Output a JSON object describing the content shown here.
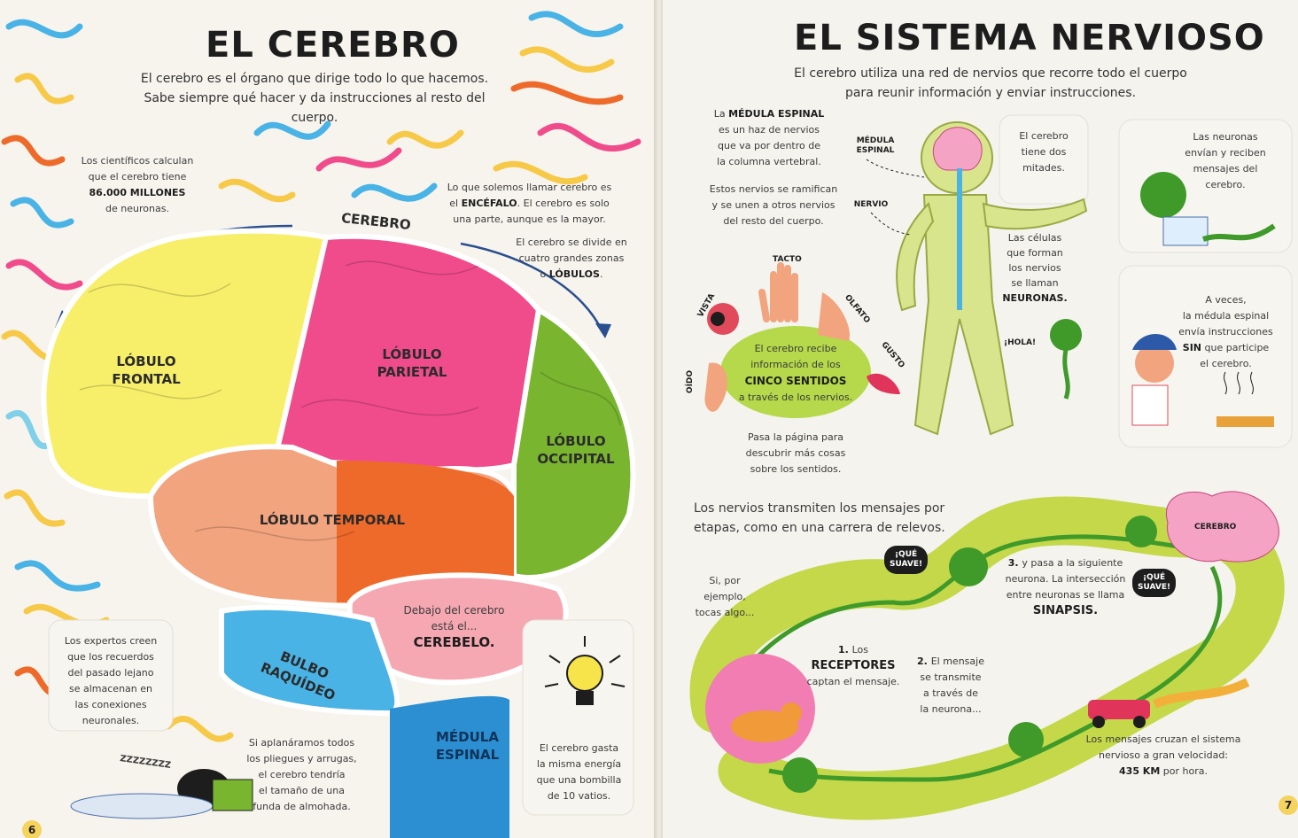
{
  "left_page": {
    "title": "EL CEREBRO",
    "intro_line1": "El cerebro es el órgano que dirige todo lo que hacemos.",
    "intro_line2": "Sabe siempre qué hacer y da instrucciones al resto del cuerpo.",
    "scientists": {
      "line1": "Los científicos calculan",
      "line2": "que el cerebro tiene",
      "bold": "86.000 MILLONES",
      "line3": "de neuronas."
    },
    "encephalon": {
      "line1": "Lo que solemos llamar cerebro es",
      "pre": "el ",
      "bold": "ENCÉFALO",
      "post": ". El cerebro es solo",
      "line3": "una parte, aunque es la mayor."
    },
    "lobes_note": {
      "line1": "El cerebro se divide en",
      "line2": "cuatro grandes zonas",
      "pre": "o ",
      "bold": "LÓBULOS",
      "post": "."
    },
    "arc_label": "CEREBRO",
    "lobe_frontal": {
      "line1": "LÓBULO",
      "line2": "FRONTAL"
    },
    "lobe_parietal": {
      "line1": "LÓBULO",
      "line2": "PARIETAL"
    },
    "lobe_occipital": {
      "line1": "LÓBULO",
      "line2": "OCCIPITAL"
    },
    "lobe_temporal": "LÓBULO TEMPORAL",
    "cerebellum": {
      "line1": "Debajo del cerebro",
      "line2": "está el...",
      "bold": "CEREBELO."
    },
    "medulla_label": "BULBO RAQUÍDEO",
    "spinal_label": {
      "line1": "MÉDULA",
      "line2": "ESPINAL"
    },
    "memories": {
      "line1": "Los expertos creen",
      "line2": "que los recuerdos",
      "line3": "del pasado lejano",
      "line4": "se almacenan en",
      "line5": "las conexiones",
      "line6": "neuronales."
    },
    "folds": {
      "line1": "Si aplanáramos todos",
      "line2": "los pliegues y arrugas,",
      "line3": "el cerebro tendría",
      "line4": "el tamaño de una",
      "line5": "funda de almohada."
    },
    "bulb": {
      "line1": "El cerebro gasta",
      "line2": "la misma energía",
      "line3": "que una bombilla",
      "line4": "de 10 vatios."
    },
    "snore": "ZZZZZZZZ",
    "page_number": "6"
  },
  "right_page": {
    "title": "EL SISTEMA NERVIOSO",
    "intro_line1": "El cerebro utiliza una red de nervios que recorre todo el cuerpo",
    "intro_line2": "para reunir información y enviar instrucciones.",
    "spinal": {
      "pre": "La ",
      "bold": "MÉDULA ESPINAL",
      "line2": "es un haz de nervios",
      "line3": "que va por dentro de",
      "line4": "la columna vertebral."
    },
    "nerves": {
      "line1": "Estos nervios se ramifican",
      "line2": "y se unen a otros nervios",
      "line3": "del resto del cuerpo."
    },
    "label_spinal": {
      "line1": "MÉDULA",
      "line2": "ESPINAL"
    },
    "label_nerve": "NERVIO",
    "halves": {
      "line1": "El cerebro",
      "line2": "tiene dos",
      "line3": "mitades."
    },
    "cells": {
      "line1": "Las células",
      "line2": "que forman",
      "line3": "los nervios",
      "line4": "se llaman",
      "bold": "NEURONAS."
    },
    "hola": "¡HOLA!",
    "senses": {
      "line1": "El cerebro recibe",
      "line2": "información de los",
      "bold": "CINCO SENTIDOS",
      "line3": "a través de los nervios."
    },
    "sense_touch": "TACTO",
    "sense_sight": "VISTA",
    "sense_smell": "OLFATO",
    "sense_taste": "GUSTO",
    "sense_hearing": "OÍDO",
    "turn_page": {
      "line1": "Pasa la página para",
      "line2": "descubrir más cosas",
      "line3": "sobre los sentidos."
    },
    "neurons_send": {
      "line1": "Las neuronas",
      "line2": "envían y reciben",
      "line3": "mensajes del",
      "line4": "cerebro."
    },
    "reflex": {
      "line1": "A veces,",
      "line2": "la médula espinal",
      "line3": "envía instrucciones",
      "bold": "SIN",
      "post": " que participe",
      "line5": "el cerebro."
    },
    "relay": {
      "line1": "Los nervios transmiten los mensajes por",
      "line2": "etapas, como en una carrera de relevos."
    },
    "example": {
      "line1": "Si, por",
      "line2": "ejemplo,",
      "line3": "tocas algo..."
    },
    "step1": {
      "pre": "1. ",
      "line1": "Los",
      "bold": "RECEPTORES",
      "line3": "captan el mensaje."
    },
    "step2": {
      "pre": "2. ",
      "line1": "El mensaje",
      "line2": "se transmite",
      "line3": "a través de",
      "line4": "la neurona..."
    },
    "step3": {
      "pre": "3. ",
      "line1": "y pasa a la siguiente",
      "line2": "neurona. La intersección",
      "line3": "entre neuronas se llama",
      "bold": "SINAPSIS."
    },
    "bubble1": {
      "line1": "¡QUÉ",
      "line2": "SUAVE!"
    },
    "bubble2": {
      "line1": "¡QUÉ",
      "line2": "SUAVE!"
    },
    "brain_label": "CEREBRO",
    "speed": {
      "line1": "Los mensajes cruzan el sistema",
      "line2": "nervioso a gran velocidad:",
      "bold": "435 KM",
      "post": " por hora."
    },
    "page_number": "7"
  },
  "colors": {
    "frontal": "#f7ef6a",
    "parietal": "#f04c8c",
    "occipital": "#79b52f",
    "temporal": "#f2a47e",
    "temporal_dark": "#ee6a2a",
    "cerebellum": "#f6a8b2",
    "medulla": "#49b3e6",
    "spinal": "#2c8fd1",
    "senses": "#b5d94a",
    "body": "#d9e58c",
    "path": "#c4d84a",
    "neuron": "#3f9a2a",
    "accent": "#f4d35e"
  }
}
